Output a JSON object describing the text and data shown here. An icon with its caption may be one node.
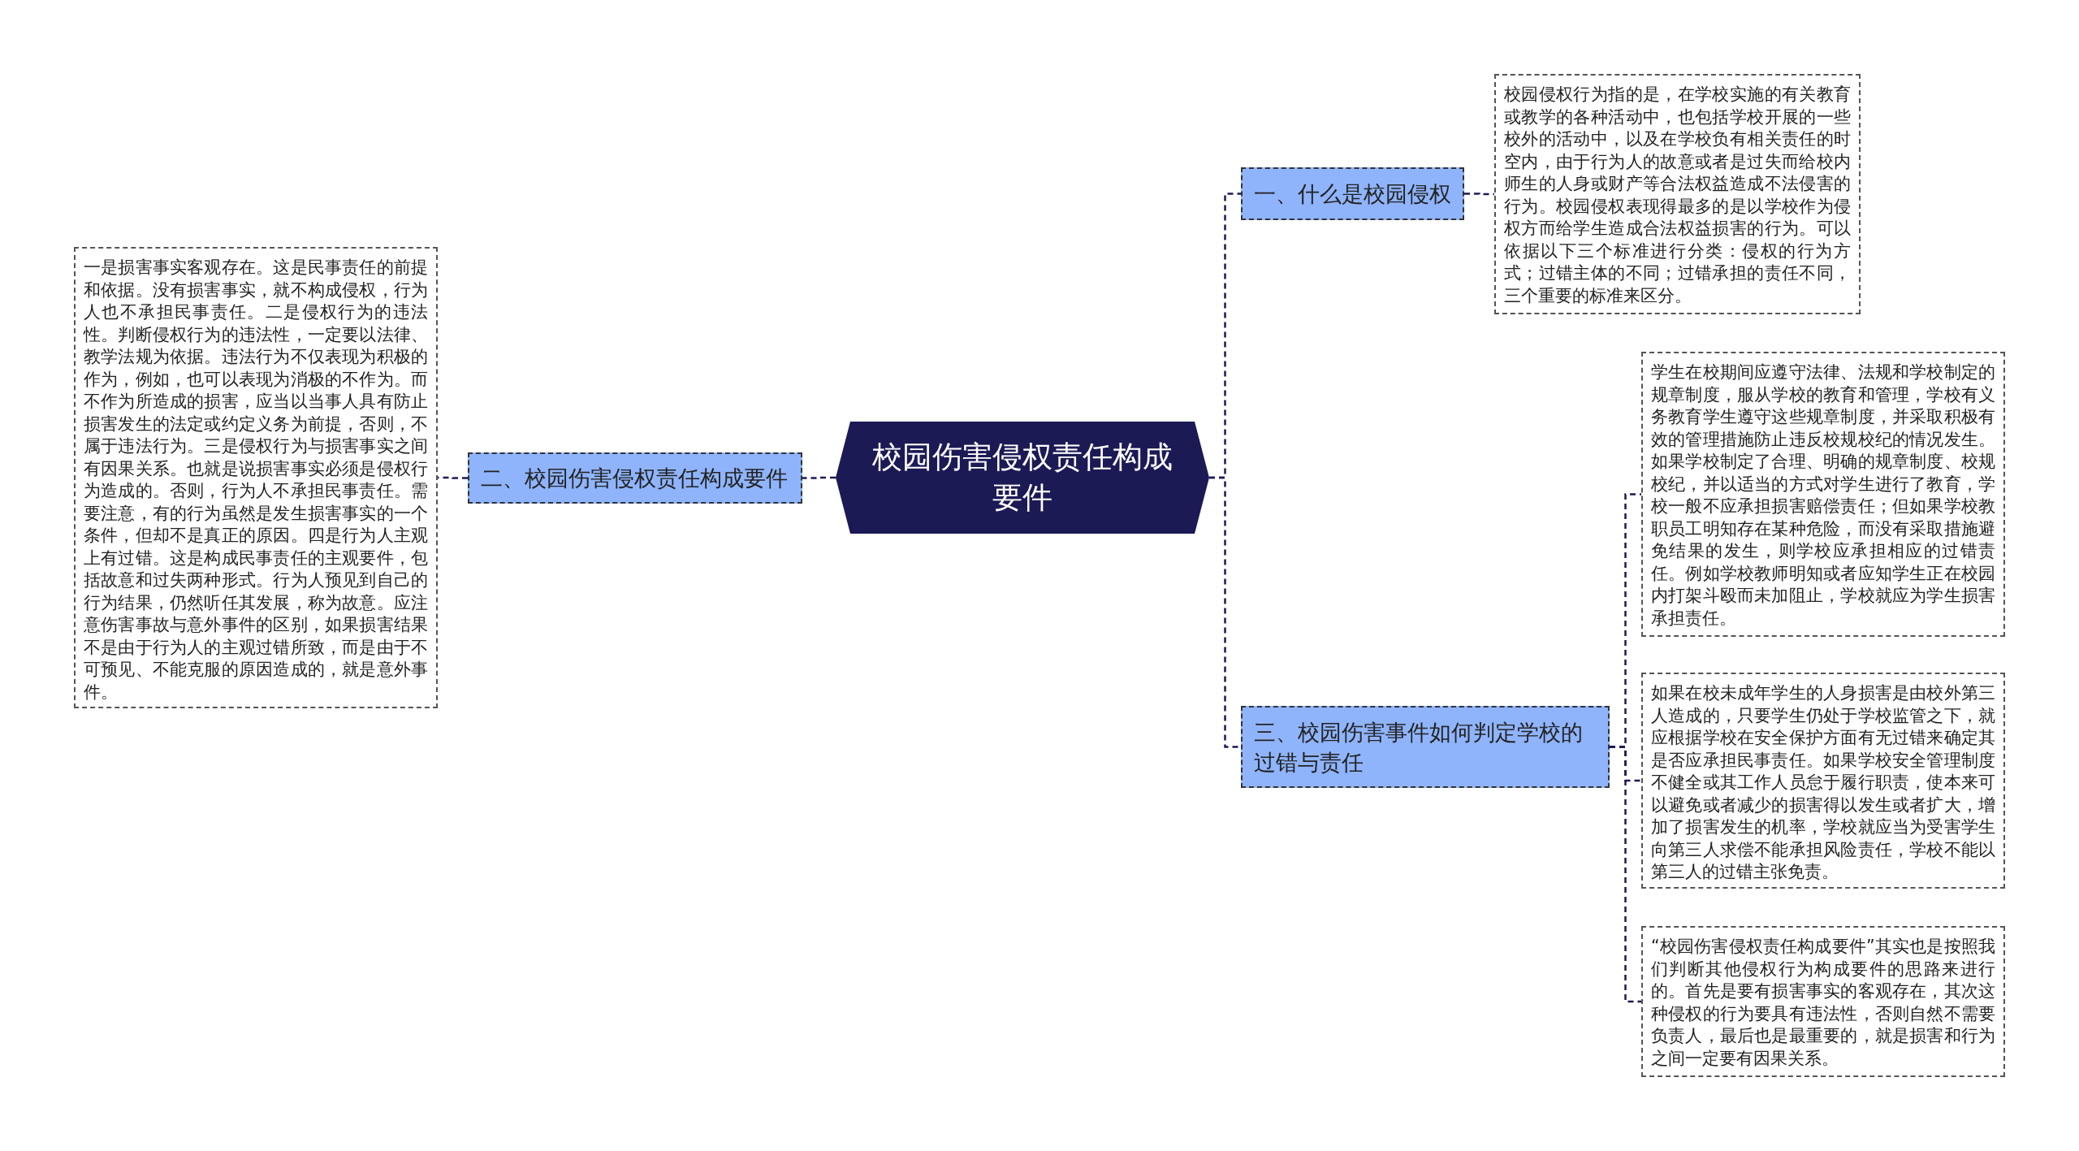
{
  "diagram": {
    "nodes": [
      {
        "text": [
          "校园伤害侵权责任构成要件"
        ]
      },
      {
        "text": [
          "一、什么是校园侵权"
        ]
      },
      {
        "text": [
          "校园侵权行为指的是，在学校实施的有关教育或教学的各种活动中，也包括学校开展的一些校外的活动中，以及在学校负有相关责任的时空内，由于行为人的故意或者是过失而给校内师生的人身或财产等合法权益造成不法侵害的行为。校园侵权表现得最多的是以学校作为侵权方而给学生造成合法权益损害的行为。可以依据以下三个标准进行分类：侵权的行为方式；过错主体的不同；过错承担的责任不同，三个重要的标准来区分。"
        ]
      },
      {
        "text": [
          "二、校园伤害侵权责任构成要件"
        ]
      },
      {
        "text": [
          "一是损害事实客观存在。这是民事责任的前提和依据。没有损害事实，就不构成侵权，行为人也不承担民事责任。二是侵权行为的违法性。判断侵权行为的违法性，一定要以法律、教学法规为依据。违法行为不仅表现为积极的作为，例如，也可以表现为消极的不作为。而不作为所造成的损害，应当以当事人具有防止损害发生的法定或约定义务为前提，否则，不属于违法行为。三是侵权行为与损害事实之间有因果关系。也就是说损害事实必须是侵权行为造成的。否则，行为人不承担民事责任。需要注意，有的行为虽然是发生损害事实的一个条件，但却不是真正的原因。四是行为人主观上有过错。这是构成民事责任的主观要件，包括故意和过失两种形式。行为人预见到自己的行为结果，仍然听任其发展，称为故意。应注意伤害事故与意外事件的区别，如果损害结果不是由于行为人的主观过错所致，而是由于不可预见、不能克服的原因造成的，就是意外事件。"
        ]
      },
      {
        "text": [
          "三、校园伤害事件如何判定学校的过错与责任"
        ]
      },
      {
        "text": [
          "学生在校期间应遵守法律、法规和学校制定的规章制度，服从学校的教育和管理，学校有义务教育学生遵守这些规章制度，并采取积极有效的管理措施防止违反校规校纪的情况发生。如果学校制定了合理、明确的规章制度、校规校纪，并以适当的方式对学生进行了教育，学校一般不应承担损害赔偿责任；但如果学校教职员工明知存在某种危险，而没有采取措施避免结果的发生，则学校应承担相应的过错责任。例如学校教师明知或者应知学生正在校园内打架斗殴而未加阻止，学校就应为学生损害承担责任。"
        ]
      },
      {
        "text": [
          "如果在校未成年学生的人身损害是由校外第三人造成的，只要学生仍处于学校监管之下，就应根据学校在安全保护方面有无过错来确定其是否应承担民事责任。如果学校安全管理制度不健全或其工作人员怠于履行职责，使本来可以避免或者减少的损害得以发生或者扩大，增加了损害发生的机率，学校就应当为受害学生向第三人求偿不能承担风险责任，学校不能以第三人的过错主张免责。"
        ]
      },
      {
        "text": [
          "“校园伤害侵权责任构成要件”其实也是按照我们判断其他侵权行为构成要件的思路来进行的。首先是要有损害事实的客观存在，其次这种侵权的行为要具有违法性，否则自然不需要负责人，最后也是最重要的，就是损害和行为之间一定要有因果关系。"
        ]
      }
    ],
    "edges": [
      {
        "from": 0,
        "to": 1,
        "arrow": "none"
      },
      {
        "from": 1,
        "to": 2,
        "arrow": "none"
      },
      {
        "from": 0,
        "to": 3,
        "arrow": "none"
      },
      {
        "from": 3,
        "to": 4,
        "arrow": "none"
      },
      {
        "from": 0,
        "to": 5,
        "arrow": "none"
      },
      {
        "from": 5,
        "to": 6,
        "arrow": "none"
      },
      {
        "from": 5,
        "to": 7,
        "arrow": "none"
      },
      {
        "from": 5,
        "to": 8,
        "arrow": "none"
      }
    ]
  }
}
